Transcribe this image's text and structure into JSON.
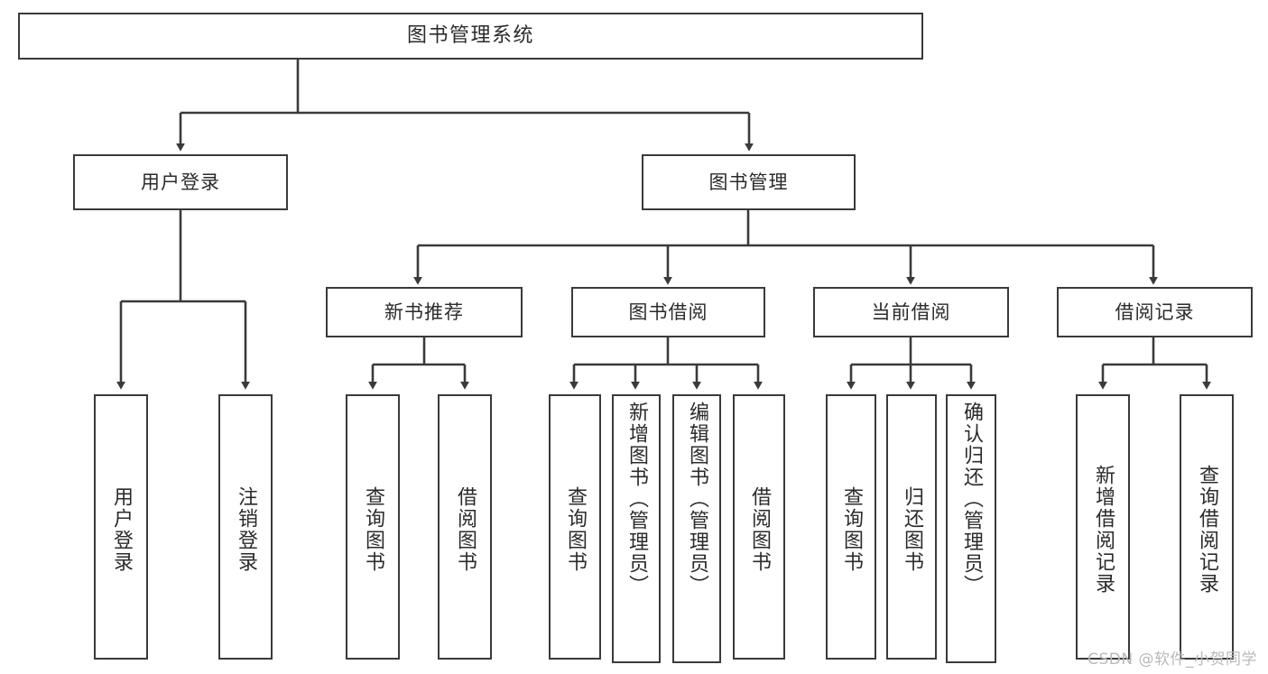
{
  "diagram": {
    "title": "图书管理系统",
    "type": "tree-hierarchy-chart",
    "root": {
      "label": "图书管理系统"
    },
    "level2": [
      {
        "label": "用户登录"
      },
      {
        "label": "图书管理"
      }
    ],
    "level3": [
      {
        "label": "新书推荐"
      },
      {
        "label": "图书借阅"
      },
      {
        "label": "当前借阅"
      },
      {
        "label": "借阅记录"
      }
    ],
    "leaves": {
      "user_login": [
        {
          "label": "用户登录"
        },
        {
          "label": "注销登录"
        }
      ],
      "new_book_recommend": [
        {
          "label": "查询图书"
        },
        {
          "label": "借阅图书"
        }
      ],
      "book_borrow": [
        {
          "label": "查询图书"
        },
        {
          "label": "新增图书（管理员）"
        },
        {
          "label": "编辑图书（管理员）"
        },
        {
          "label": "借阅图书"
        }
      ],
      "current_borrow": [
        {
          "label": "查询图书"
        },
        {
          "label": "归还图书"
        },
        {
          "label": "确认归还（管理员）"
        }
      ],
      "borrow_record": [
        {
          "label": "新增借阅记录"
        },
        {
          "label": "查询借阅记录"
        }
      ]
    }
  },
  "watermark": {
    "text": "CSDN @软件_小贺同学"
  },
  "colors": {
    "stroke": "#3a3a3a",
    "box_fill": "#ffffff",
    "text": "#2b2b2b",
    "watermark": "#b9b9b9",
    "background": "#ffffff"
  }
}
